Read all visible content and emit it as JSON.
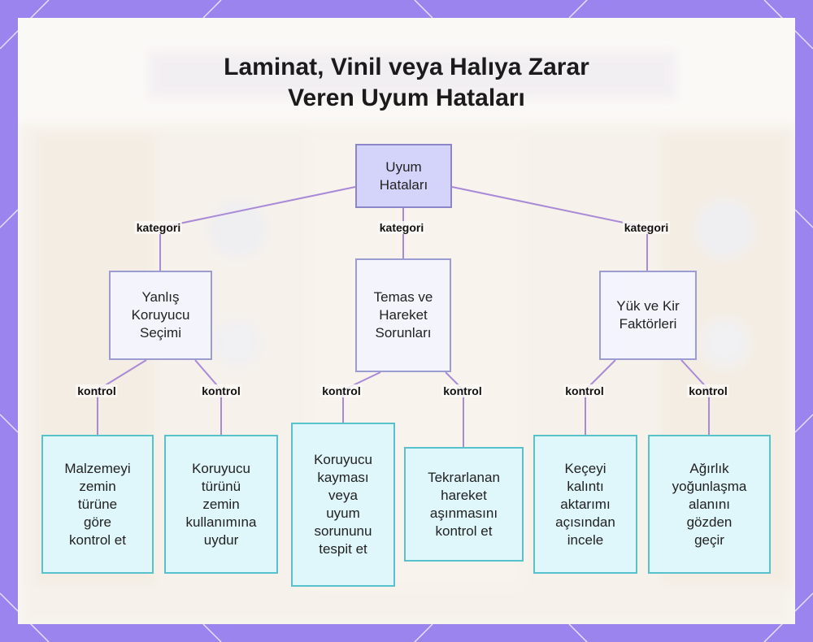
{
  "title": {
    "line1": "Laminat, Vinil veya Halıya Zarar",
    "line2": "Veren Uyum Hataları"
  },
  "colors": {
    "frame": "#9c84ee",
    "edge": "#a98ad6",
    "root_fill": "#d4d4fb",
    "category_fill": "#f4f4fc",
    "leaf_fill": "#dff6fa",
    "leaf_border": "#57c2cc"
  },
  "root": {
    "label": "Uyum\nHataları"
  },
  "categories": [
    {
      "label": "Yanlış\nKoruyucu\nSeçimi",
      "edge_label": "kategori",
      "children": [
        {
          "label": "Malzemeyi\nzemin\ntürüne\ngöre\nkontrol et",
          "edge_label": "kontrol"
        },
        {
          "label": "Koruyucu\ntürünü\nzemin\nkullanımına\nuydur",
          "edge_label": "kontrol"
        }
      ]
    },
    {
      "label": "Temas ve\nHareket\nSorunları",
      "edge_label": "kategori",
      "children": [
        {
          "label": "Koruyucu\nkayması\nveya\nuyum\nsorununu\ntespit et",
          "edge_label": "kontrol"
        },
        {
          "label": "Tekrarlanan\nhareket\naşınmasını\nkontrol et",
          "edge_label": "kontrol"
        }
      ]
    },
    {
      "label": "Yük ve Kir\nFaktörleri",
      "edge_label": "kategori",
      "children": [
        {
          "label": "Keçeyi\nkalıntı\naktarımı\naçısından\nincele",
          "edge_label": "kontrol"
        },
        {
          "label": "Ağırlık\nyoğunlaşma\nalanını\ngözden\ngeçir",
          "edge_label": "kontrol"
        }
      ]
    }
  ]
}
